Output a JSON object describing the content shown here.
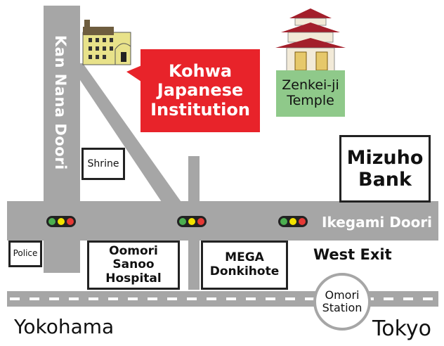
{
  "roads": {
    "kan_nana": "Kan Nana Doori",
    "ikegami": "Ikegami Doori"
  },
  "places": {
    "kohwa": "Kohwa Japanese Institution",
    "temple": "Zenkei-ji Temple",
    "mizuho": "Mizuho Bank",
    "shrine": "Shrine",
    "police": "Police",
    "hospital": "Oomori Sanoo Hospital",
    "mega": "MEGA Donkihote",
    "west_exit": "West Exit",
    "station": "Omori Station"
  },
  "directions": {
    "left": "Yokohama",
    "right": "Tokyo"
  },
  "colors": {
    "road": "#a6a6a6",
    "highlight": "#e8232a",
    "temple_label": "#8fc98a",
    "signal_green": "#4caf50",
    "signal_yellow": "#f2e200",
    "signal_red": "#e53935"
  }
}
